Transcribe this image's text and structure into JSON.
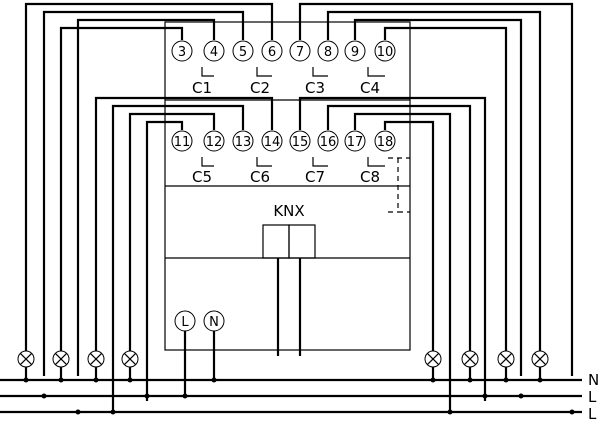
{
  "device": {
    "terminals_top": [
      "3",
      "4",
      "5",
      "6",
      "7",
      "8",
      "9",
      "10"
    ],
    "terminals_bottom": [
      "11",
      "12",
      "13",
      "14",
      "15",
      "16",
      "17",
      "18"
    ],
    "channels_top": [
      "C1",
      "C2",
      "C3",
      "C4"
    ],
    "channels_bottom": [
      "C5",
      "C6",
      "C7",
      "C8"
    ],
    "knx_label": "KNX",
    "power_terminals": [
      "L",
      "N"
    ]
  },
  "bus_labels": [
    "N",
    "L",
    "L"
  ],
  "icons": {
    "load": "lamp-icon",
    "contact": "relay-contact-icon"
  }
}
